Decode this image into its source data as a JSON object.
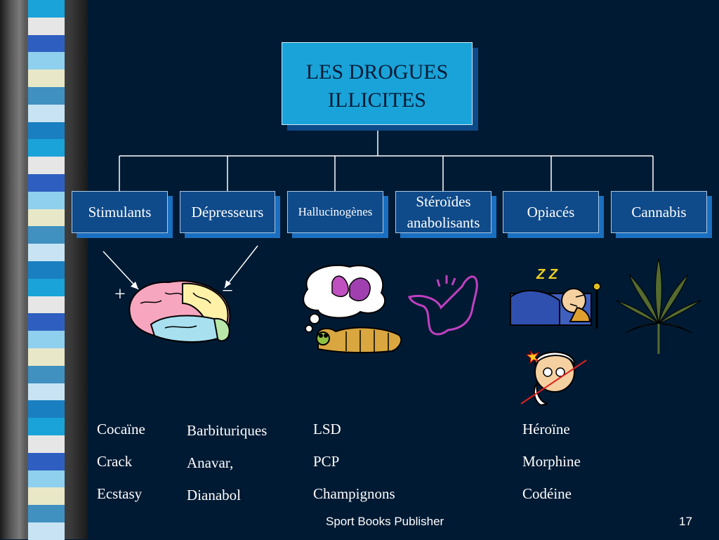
{
  "title_line1": "LES DROGUES",
  "title_line2": "ILLICITES",
  "categories": [
    {
      "label": "Stimulants"
    },
    {
      "label": "Dépresseurs"
    },
    {
      "label": "Hallucinogènes"
    },
    {
      "label_line1": "Stéroïdes",
      "label_line2": "anabolisants"
    },
    {
      "label": "Opiacés"
    },
    {
      "label": "Cannabis"
    }
  ],
  "brain_plus": "+",
  "brain_minus": "−",
  "sleep_zz": "Z Z",
  "drugs": {
    "stimulants": [
      "Cocaïne",
      "Crack",
      "Ecstasy"
    ],
    "depresseurs": [
      "Barbituriques",
      "Anavar,",
      "Dianabol"
    ],
    "hallucinogenes": [
      "LSD",
      "PCP",
      "Champignons"
    ],
    "opiaces": [
      "Héroïne",
      "Morphine",
      "Codéine"
    ]
  },
  "footer": {
    "publisher": "Sport Books Publisher",
    "page": "17"
  },
  "colors": {
    "background": "#001a33",
    "title_box": "#1aa3d9",
    "category_box": "#0f4a8a"
  }
}
